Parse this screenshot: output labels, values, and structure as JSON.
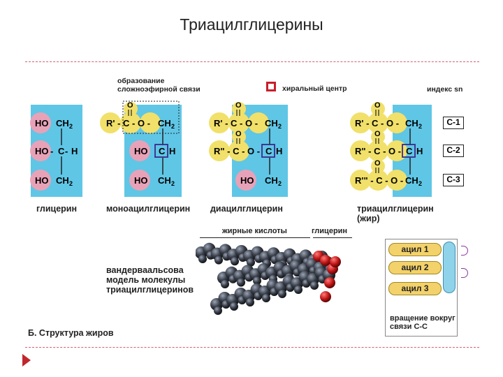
{
  "title": "Триацилглицерины",
  "top_labels": {
    "ester_bond_line1": "образование",
    "ester_bond_line2": "сложноэфирной связи",
    "chiral_center": "хиральный центр",
    "sn_index": "индекс sn"
  },
  "molecules": {
    "glycerol": {
      "name": "глицерин",
      "rows": [
        {
          "left": "HO",
          "center": "CH",
          "sub": "2",
          "right": ""
        },
        {
          "left": "HO",
          "center": "C",
          "sub": "",
          "right": "H"
        },
        {
          "left": "HO",
          "center": "CH",
          "sub": "2",
          "right": ""
        }
      ]
    },
    "monoacyl": {
      "name": "моноацилглицерин",
      "carbonyl_o": "O",
      "rows": [
        {
          "left": "R' - C - O -",
          "center": "CH",
          "sub": "2",
          "right": ""
        },
        {
          "left": "HO",
          "center": "C",
          "sub": "",
          "right": "H"
        },
        {
          "left": "HO",
          "center": "CH",
          "sub": "2",
          "right": ""
        }
      ]
    },
    "diacyl": {
      "name": "диацилглицерин",
      "carbonyl_o": "O",
      "rows": [
        {
          "left": "R' - C - O -",
          "center": "CH",
          "sub": "2",
          "right": ""
        },
        {
          "left": "R\" - C - O -",
          "center": "C",
          "sub": "",
          "right": "H"
        },
        {
          "left": "HO",
          "center": "CH",
          "sub": "2",
          "right": ""
        }
      ]
    },
    "triacyl": {
      "name_line1": "триацилглицерин",
      "name_line2": "(жир)",
      "carbonyl_o": "O",
      "rows": [
        {
          "left": "R' - C - O -",
          "center": "CH",
          "sub": "2",
          "right": ""
        },
        {
          "left": "R\" - C - O -",
          "center": "C",
          "sub": "",
          "right": "H"
        },
        {
          "left": "R'\" - C - O -",
          "center": "CH",
          "sub": "2",
          "right": ""
        }
      ]
    }
  },
  "sn_positions": [
    "C-1",
    "C-2",
    "C-3"
  ],
  "model_section": {
    "fatty_acids_label": "жирные кислоты",
    "glycerol_label": "глицерин",
    "vdw_line1": "вандерваальсова",
    "vdw_line2": "модель молекулы",
    "vdw_line3": "триацилглицеринов",
    "acyl_labels": [
      "ацил 1",
      "ацил 2",
      "ацил 3"
    ],
    "rotation_line1": "вращение вокруг",
    "rotation_line2": "связи C-C"
  },
  "section_caption": "Б. Структура жиров",
  "colors": {
    "glycerol_blue": "#5fc6e6",
    "hydroxyl_pink": "#e8a2b8",
    "acyl_yellow": "#f1e06a",
    "chiral_red": "#c81e2a",
    "arrow_red": "#c0272d",
    "dash_red": "#d06070"
  }
}
